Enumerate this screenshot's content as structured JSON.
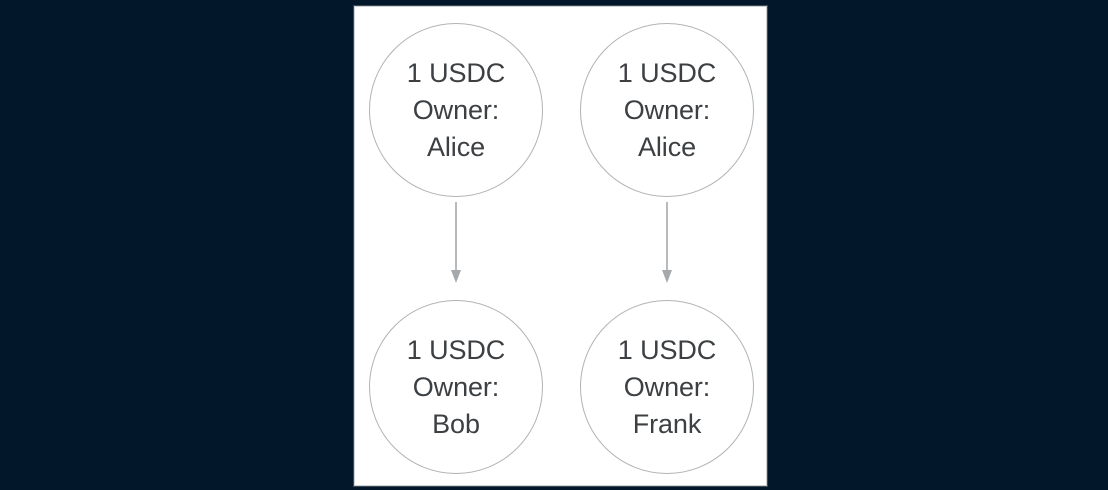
{
  "background": {
    "color": "#02182a"
  },
  "panel": {
    "background": "#ffffff",
    "border_color": "#cfd2d4"
  },
  "diagram": {
    "title": "",
    "node_stroke_color": "#b0b3b5",
    "node_fill_color": "#ffffff",
    "text_color": "#3d4043",
    "arrow_color": "#a6a9ab",
    "nodes": [
      {
        "id": "top-left",
        "amount": "1 USDC",
        "owner_label": "Owner:",
        "owner": "Alice"
      },
      {
        "id": "top-right",
        "amount": "1 USDC",
        "owner_label": "Owner:",
        "owner": "Alice"
      },
      {
        "id": "bottom-left",
        "amount": "1 USDC",
        "owner_label": "Owner:",
        "owner": "Bob"
      },
      {
        "id": "bottom-right",
        "amount": "1 USDC",
        "owner_label": "Owner:",
        "owner": "Frank"
      }
    ],
    "arrows": [
      {
        "id": "left",
        "from": "top-left",
        "to": "bottom-left",
        "direction": "down"
      },
      {
        "id": "right",
        "from": "top-right",
        "to": "bottom-right",
        "direction": "down"
      }
    ]
  }
}
